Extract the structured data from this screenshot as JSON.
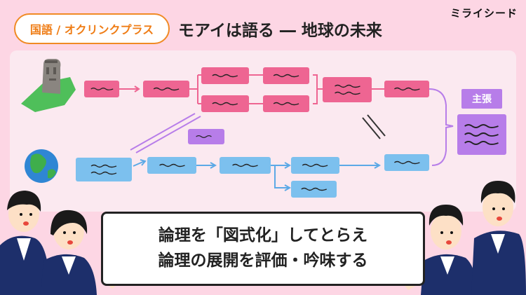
{
  "header": {
    "subject_tag": "国語 / オクリンクプラス",
    "title": "モアイは語る ― 地球の未来",
    "brand": "ミライシード"
  },
  "diagram": {
    "claim_label": "主張"
  },
  "caption": {
    "line1": "論理を「図式化」してとらえ",
    "line2": "論理の展開を評価・吟味する"
  },
  "colors": {
    "pink_node": "#ee6592",
    "blue_node": "#7cc0ee",
    "purple_node": "#b77de9",
    "accent_orange": "#f08a24",
    "background": "#fdd6e4"
  },
  "icons": [
    "moai-island-icon",
    "earth-globe-icon",
    "student-character"
  ]
}
